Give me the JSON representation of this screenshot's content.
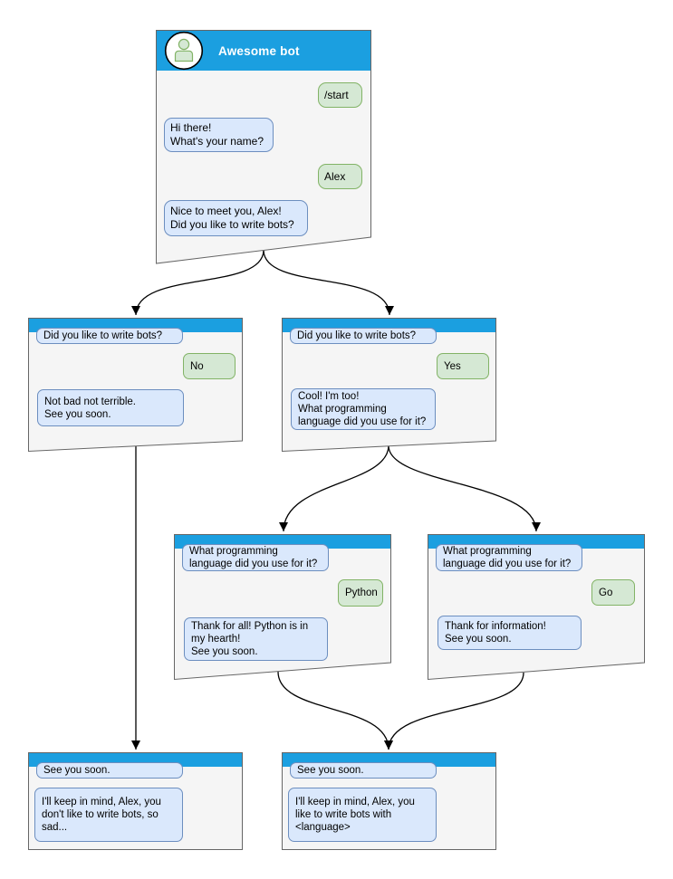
{
  "colors": {
    "header_blue": "#1B9FE0",
    "window_fill": "#F5F5F5",
    "window_border": "#666666",
    "bot_bubble_fill": "#DAE8FC",
    "bot_bubble_border": "#6C8EBF",
    "user_bubble_fill": "#D5E8D4",
    "user_bubble_border": "#82B366",
    "connector": "#000000",
    "avatar_fill": "#D5E8D4",
    "avatar_stroke": "#82B366"
  },
  "windows": [
    {
      "id": "awesome-bot",
      "title": "Awesome bot",
      "avatar_icon": "person-icon",
      "messages": [
        {
          "from": "user",
          "text": "/start"
        },
        {
          "from": "bot",
          "text": "Hi there!\nWhat's your name?"
        },
        {
          "from": "user",
          "text": "Alex"
        },
        {
          "from": "bot",
          "text": "Nice to meet you, Alex!\nDid you like to write bots?"
        }
      ]
    },
    {
      "id": "no-branch",
      "messages": [
        {
          "from": "bot",
          "text": "Did you like to write bots?"
        },
        {
          "from": "user",
          "text": "No"
        },
        {
          "from": "bot",
          "text": "Not bad not terrible.\nSee you soon."
        }
      ]
    },
    {
      "id": "yes-branch",
      "messages": [
        {
          "from": "bot",
          "text": "Did you like to write bots?"
        },
        {
          "from": "user",
          "text": "Yes"
        },
        {
          "from": "bot",
          "text": "Cool! I'm too!\nWhat programming\nlanguage did you use for it?"
        }
      ]
    },
    {
      "id": "python-branch",
      "messages": [
        {
          "from": "bot",
          "text": "What programming\nlanguage did you use for it?"
        },
        {
          "from": "user",
          "text": "Python"
        },
        {
          "from": "bot",
          "text": "Thank for all! Python is in\nmy hearth!\nSee you soon."
        }
      ]
    },
    {
      "id": "go-branch",
      "messages": [
        {
          "from": "bot",
          "text": "What programming\nlanguage did you use for it?"
        },
        {
          "from": "user",
          "text": "Go"
        },
        {
          "from": "bot",
          "text": "Thank for information!\nSee you soon."
        }
      ]
    },
    {
      "id": "end-no",
      "messages": [
        {
          "from": "bot",
          "text": "See you soon."
        },
        {
          "from": "bot",
          "text": "I'll keep in mind, Alex, you\ndon't like to write bots, so\nsad..."
        }
      ]
    },
    {
      "id": "end-yes",
      "messages": [
        {
          "from": "bot",
          "text": "See you soon."
        },
        {
          "from": "bot",
          "text": "I'll keep in mind, Alex, you\nlike to write bots with\n<language>"
        }
      ]
    }
  ],
  "connections": [
    {
      "from": "awesome-bot",
      "to": "no-branch"
    },
    {
      "from": "awesome-bot",
      "to": "yes-branch"
    },
    {
      "from": "yes-branch",
      "to": "python-branch"
    },
    {
      "from": "yes-branch",
      "to": "go-branch"
    },
    {
      "from": "no-branch",
      "to": "end-no"
    },
    {
      "from": "python-branch",
      "to": "end-yes"
    },
    {
      "from": "go-branch",
      "to": "end-yes"
    }
  ]
}
